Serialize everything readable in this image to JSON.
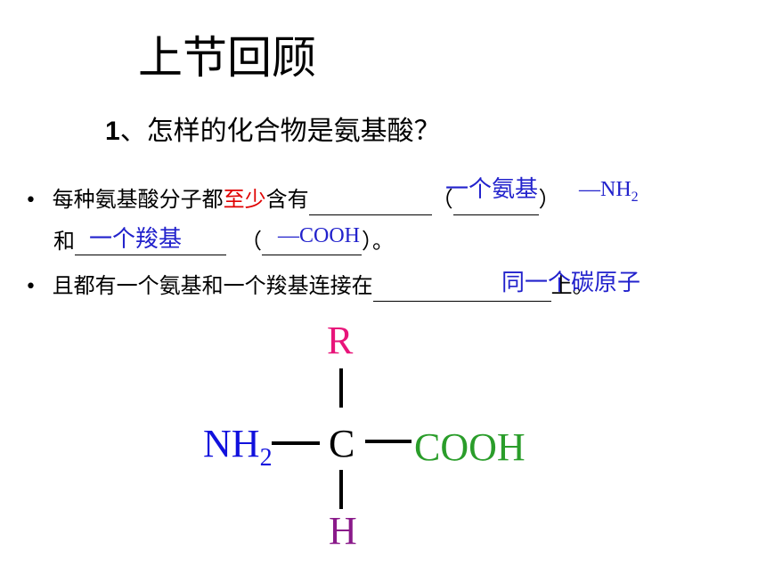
{
  "title": "上节回顾",
  "question": {
    "number": "1",
    "sep": "、",
    "text": "怎样的化合物是氨基酸？"
  },
  "bullet_char": "•",
  "statement1": {
    "part1_a": "每种氨基酸分子都",
    "emph": "至少",
    "part1_b": "含有",
    "paren_open": "（",
    "paren_close": "）",
    "part2_a": "和",
    "end": "。",
    "answer_amino": "一个氨基",
    "answer_nh2_base": "—NH",
    "answer_nh2_sub": "2",
    "answer_carboxyl": "一个羧基",
    "answer_cooh": "—COOH"
  },
  "statement2": {
    "text": "且都有一个氨基和一个羧基连接在",
    "end": "上。",
    "answer": "同一个碳原子"
  },
  "structure": {
    "r": "R",
    "c": "C",
    "h": "H",
    "nh2_base": "NH",
    "nh2_sub": "2",
    "cooh": "COOH",
    "colors": {
      "r": "#e8157a",
      "nh2": "#1111dd",
      "cooh": "#2a9d2a",
      "h": "#8a1a8a",
      "c": "#000000"
    }
  }
}
